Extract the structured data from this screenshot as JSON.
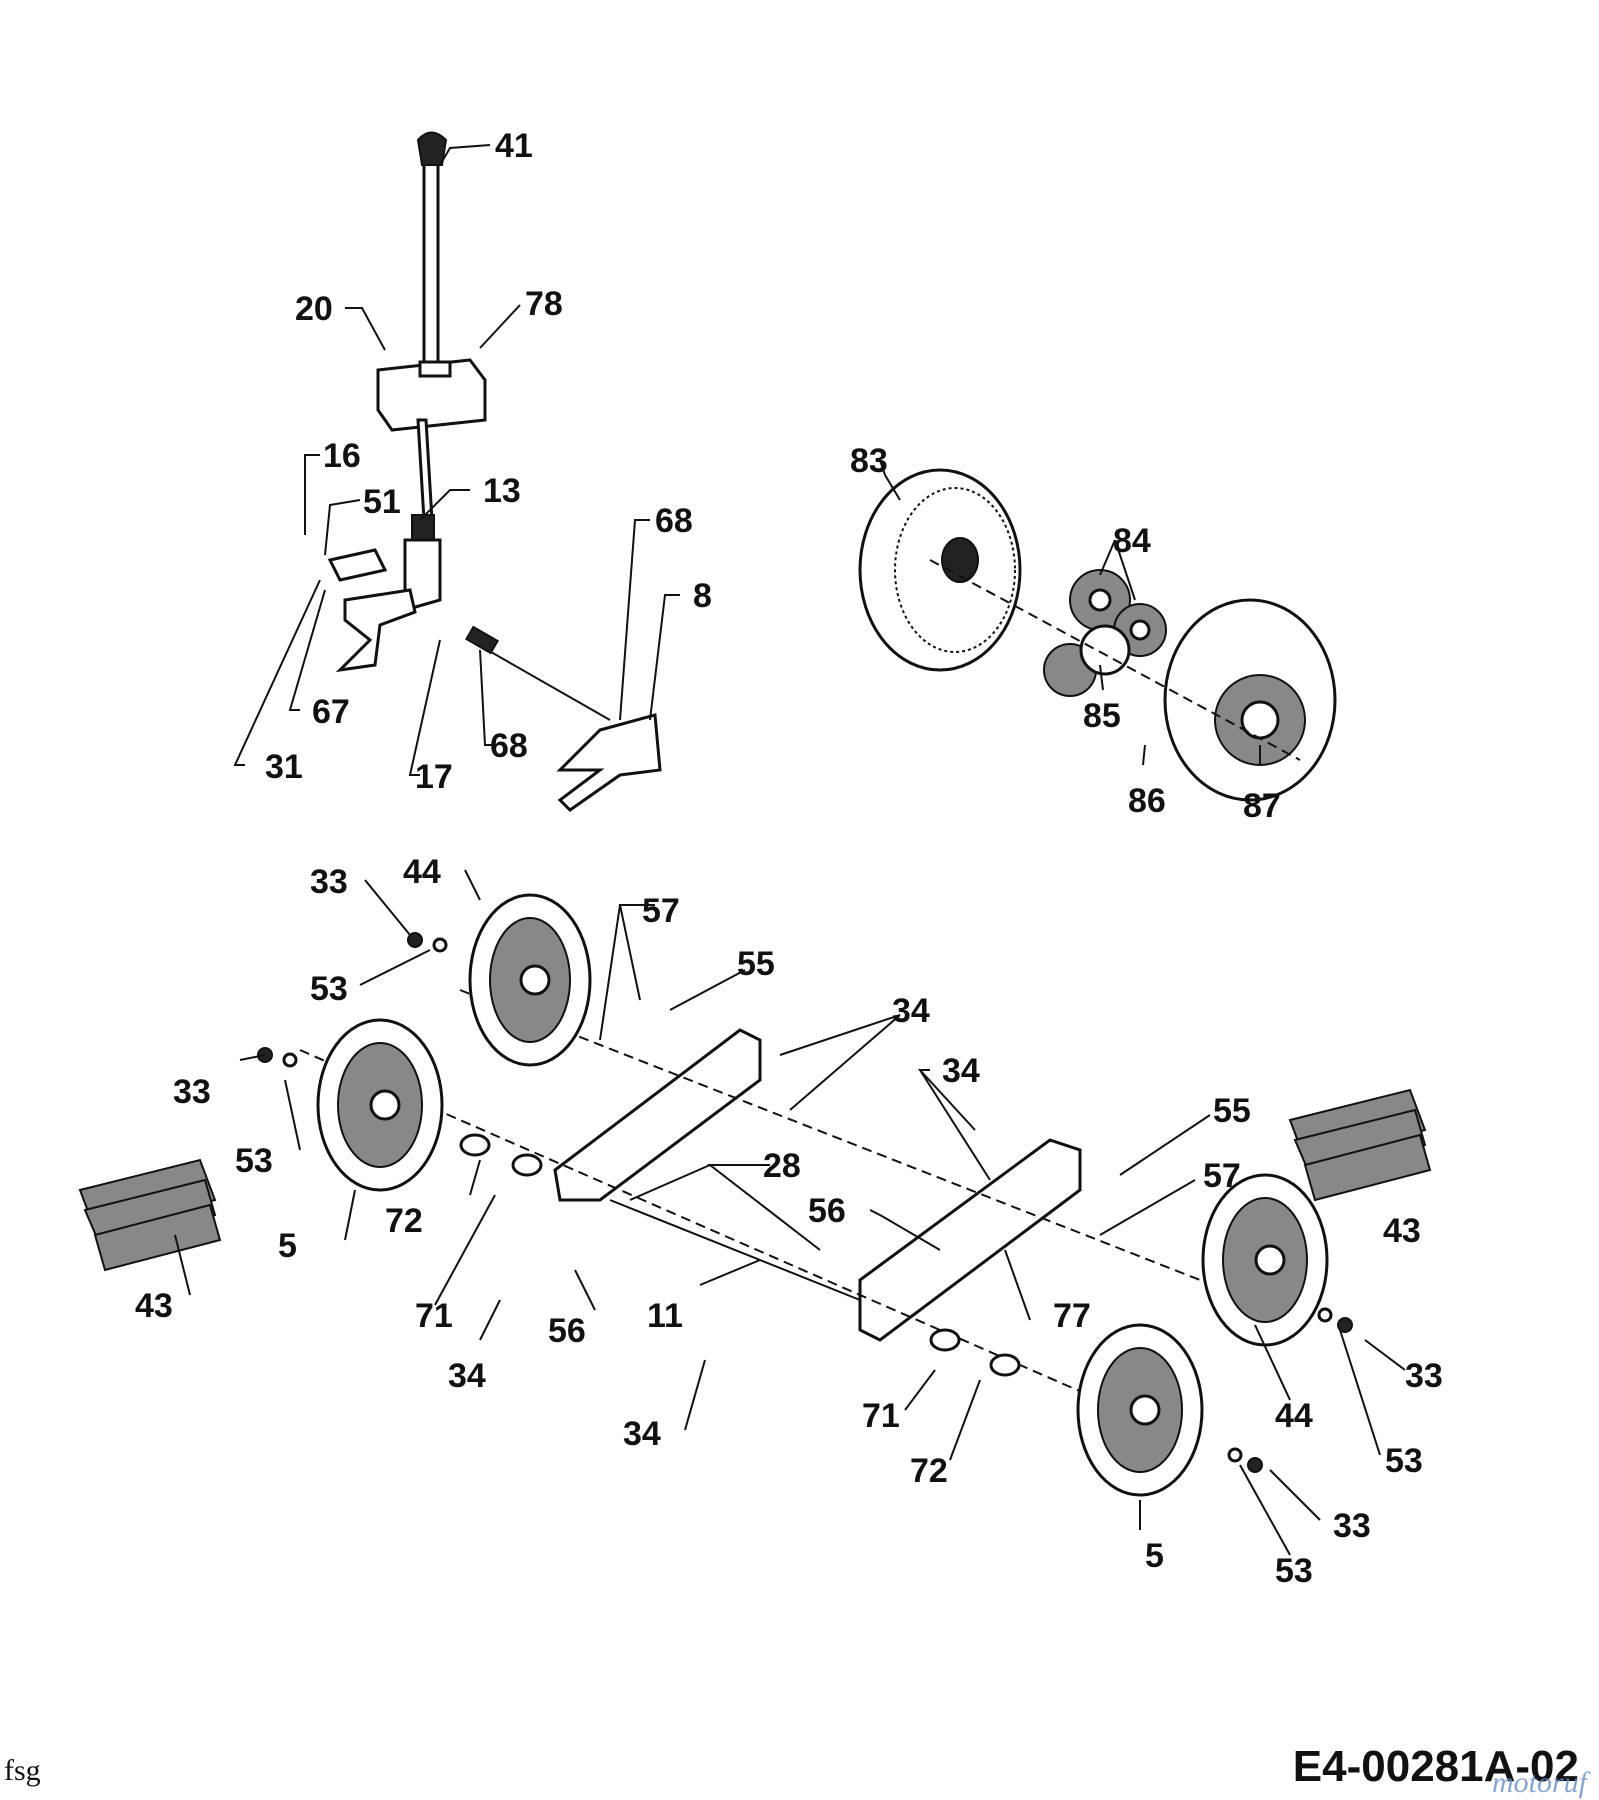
{
  "labels": {
    "p41": "41",
    "p20": "20",
    "p78": "78",
    "p16": "16",
    "p51": "51",
    "p13": "13",
    "p68a": "68",
    "p8": "8",
    "p67": "67",
    "p31": "31",
    "p17": "17",
    "p68b": "68",
    "p83": "83",
    "p84": "84",
    "p85": "85",
    "p86": "86",
    "p87": "87",
    "p33a": "33",
    "p44a": "44",
    "p57a": "57",
    "p55a": "55",
    "p53a": "53",
    "p34a": "34",
    "p33b": "33",
    "p53b": "53",
    "p34b": "34",
    "p28": "28",
    "p55b": "55",
    "p57b": "57",
    "p43a": "43",
    "p43b": "43",
    "p72a": "72",
    "p56a": "56",
    "p5a": "5",
    "p71a": "71",
    "p11": "11",
    "p77": "77",
    "p56b": "56",
    "p34c": "34",
    "p34d": "34",
    "p33c": "33",
    "p44b": "44",
    "p71b": "71",
    "p53c": "53",
    "p72b": "72",
    "p33d": "33",
    "p5b": "5",
    "p53d": "53"
  },
  "footer": {
    "author_mark": "fsg",
    "drawing_code": "E4-00281A-02",
    "watermark": "motoruf"
  }
}
